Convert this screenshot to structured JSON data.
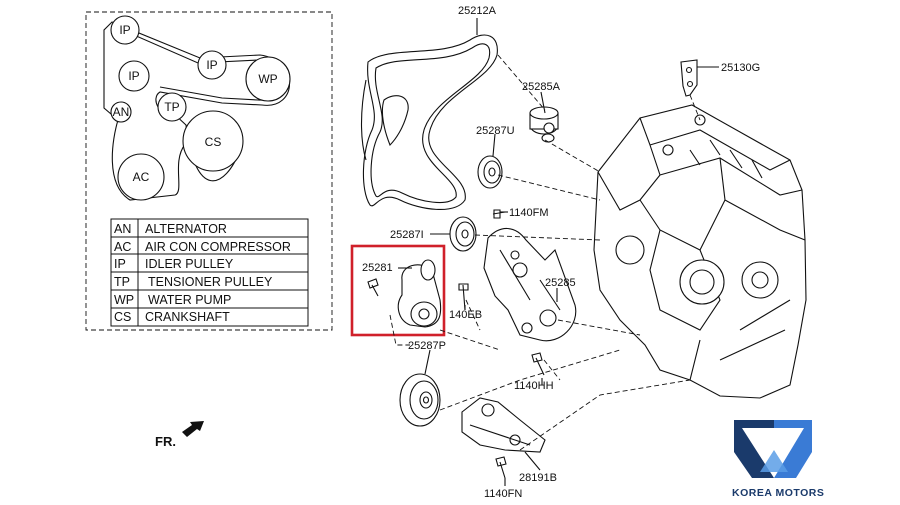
{
  "belt_diagram": {
    "nodes": [
      {
        "key": "ip_top",
        "label": "IP"
      },
      {
        "key": "ip_mid",
        "label": "IP"
      },
      {
        "key": "ip_left",
        "label": "IP"
      },
      {
        "key": "wp",
        "label": "WP"
      },
      {
        "key": "an",
        "label": "AN"
      },
      {
        "key": "tp",
        "label": "TP"
      },
      {
        "key": "cs",
        "label": "CS"
      },
      {
        "key": "ac",
        "label": "AC"
      }
    ]
  },
  "legend": [
    {
      "code": "AN",
      "name": "ALTERNATOR"
    },
    {
      "code": "AC",
      "name": "AIR CON COMPRESSOR"
    },
    {
      "code": "IP",
      "name": "IDLER PULLEY"
    },
    {
      "code": "TP",
      "name": "TENSIONER PULLEY"
    },
    {
      "code": "WP",
      "name": "WATER PUMP"
    },
    {
      "code": "CS",
      "name": "CRANKSHAFT"
    }
  ],
  "part_labels": {
    "belt": "25212A",
    "idler_upper": "25285A",
    "pulley_u": "25287U",
    "bracket_top": "25130G",
    "bolt_fm": "1140FM",
    "pulley_i": "25287I",
    "tensioner": "25281",
    "bracket": "25285",
    "bolt_eb": "140EB",
    "pulley_p": "25287P",
    "bolt_hh": "1140HH",
    "bracket_lower": "28191B",
    "bolt_fn": "1140FN"
  },
  "direction_label": "FR.",
  "brand": {
    "name": "KOREA MOTORS",
    "colors": {
      "primary": "#1a3a6b",
      "light": "#3a7bd5"
    }
  },
  "highlight_color": "#d0202a"
}
